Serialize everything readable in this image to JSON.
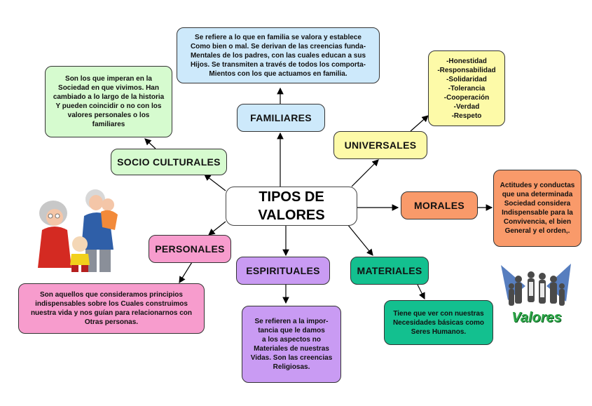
{
  "center": {
    "title": "TIPOS DE\nVALORES"
  },
  "nodes": {
    "familiares": {
      "label": "FAMILIARES",
      "desc": "Se refiere a lo que en familia se valora y establece\nComo bien o mal. Se derivan de las creencias funda-\nMentales de los padres, con las cuales educan a sus\nHijos. Se transmiten a través de todos los comporta-\nMientos con los que actuamos en familia."
    },
    "socio": {
      "label": "SOCIO CULTURALES",
      "desc": "Son los que imperan en la\nSociedad en que vivimos. Han\ncambiado a lo largo de la historia\nY pueden coincidir o no con los\nvalores personales o los\nfamiliares"
    },
    "universales": {
      "label": "UNIVERSALES",
      "desc": "-Honestidad\n-Responsabilidad\n-Solidaridad\n-Tolerancia\n-Cooperación\n-Verdad\n-Respeto"
    },
    "morales": {
      "label": "MORALES",
      "desc": "Actitudes y conductas\nque una determinada\nSociedad considera\nIndispensable para la\nConvivencia, el bien\nGeneral y el orden,."
    },
    "personales": {
      "label": "PERSONALES",
      "desc": "Son aquellos que consideramos principios\nindispensables sobre los Cuales construimos\nnuestra vida y nos guían para relacionarnos con\nOtras personas."
    },
    "espirituales": {
      "label": "ESPIRITUALES",
      "desc": "Se refieren a la impor-\ntancia que le damos\na los aspectos no\nMateriales de nuestras\nVidas. Son las creencias\nReligiosas."
    },
    "materiales": {
      "label": "MATERIALES",
      "desc": "Tiene que ver con nuestras\nNecesidades básicas como\nSeres Humanos."
    }
  },
  "images": {
    "family_icon": "family-illustration-icon",
    "people_logo_text": "Valores"
  },
  "colors": {
    "familiares": "#cde9fb",
    "socio": "#d6fbcf",
    "universales": "#fdfaa8",
    "morales": "#f99a6a",
    "personales": "#f79ccd",
    "espirituales": "#c99bf3",
    "materiales": "#13c08f"
  }
}
